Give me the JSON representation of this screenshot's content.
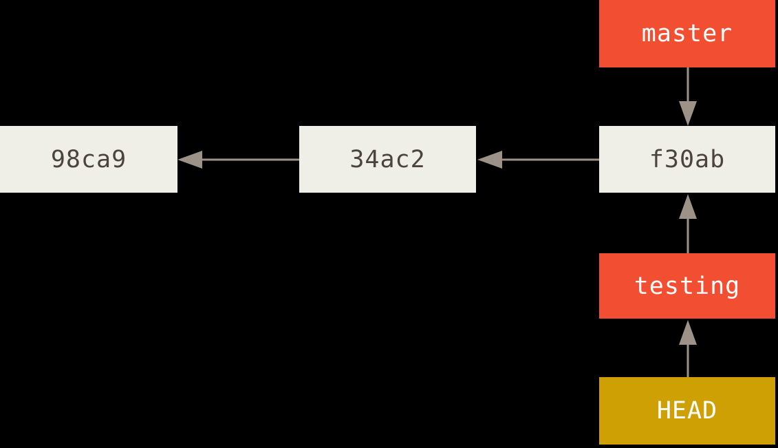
{
  "title": "Git branch pointers diagram",
  "diagram": {
    "background": "#000000",
    "colors": {
      "commit_box": "#f0efe7",
      "commit_text": "#4a443c",
      "branch_box": "#f14e32",
      "branch_text": "#ffffff",
      "head_box": "#cfa004",
      "head_text": "#ffffff",
      "arrow": "#9c9288"
    },
    "commits": [
      {
        "id": "98ca9"
      },
      {
        "id": "34ac2"
      },
      {
        "id": "f30ab"
      }
    ],
    "branch_labels": [
      {
        "label": "master",
        "points_to": "f30ab"
      },
      {
        "label": "testing",
        "points_to": "f30ab"
      }
    ],
    "head_label": {
      "label": "HEAD",
      "points_to": "testing"
    },
    "arrows": [
      {
        "from": "34ac2",
        "to": "98ca9",
        "direction": "left"
      },
      {
        "from": "f30ab",
        "to": "34ac2",
        "direction": "left"
      },
      {
        "from": "master",
        "to": "f30ab",
        "direction": "down"
      },
      {
        "from": "testing",
        "to": "f30ab",
        "direction": "up"
      },
      {
        "from": "HEAD",
        "to": "testing",
        "direction": "up"
      }
    ]
  }
}
